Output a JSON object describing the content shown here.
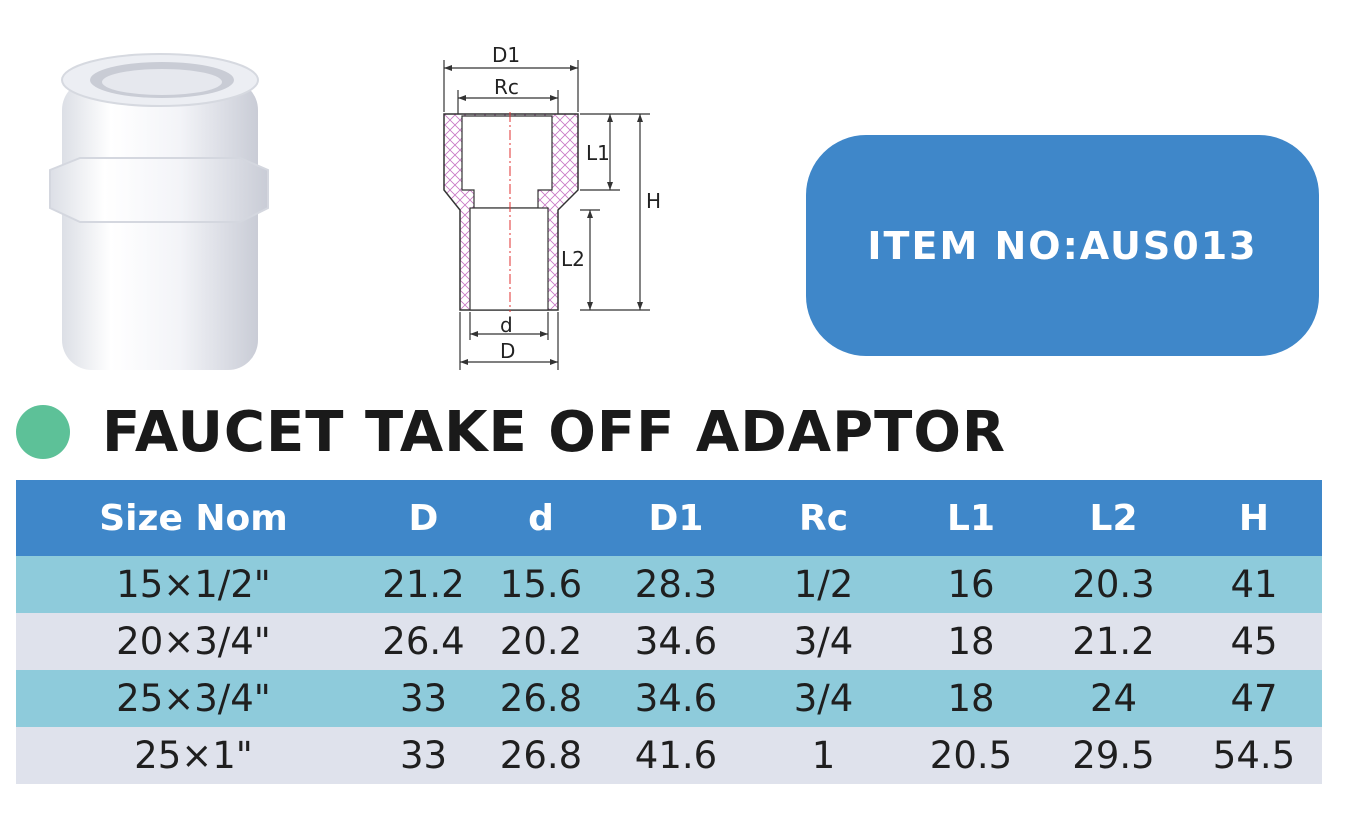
{
  "item_label": "ITEM NO:AUS013",
  "product_title": "FAUCET TAKE OFF ADAPTOR",
  "diagram": {
    "d1": "D1",
    "rc": "Rc",
    "l1": "L1",
    "l2": "L2",
    "h": "H",
    "d_small": "d",
    "d_big": "D"
  },
  "table": {
    "headers": [
      "Size Nom",
      "D",
      "d",
      "D1",
      "Rc",
      "L1",
      "L2",
      "H"
    ],
    "rows": [
      [
        "15×1/2\"",
        "21.2",
        "15.6",
        "28.3",
        "1/2",
        "16",
        "20.3",
        "41"
      ],
      [
        "20×3/4\"",
        "26.4",
        "20.2",
        "34.6",
        "3/4",
        "18",
        "21.2",
        "45"
      ],
      [
        "25×3/4\"",
        "33",
        "26.8",
        "34.6",
        "3/4",
        "18",
        "24",
        "47"
      ],
      [
        "25×1\"",
        "33",
        "26.8",
        "41.6",
        "1",
        "20.5",
        "29.5",
        "54.5"
      ]
    ]
  },
  "colors": {
    "accent_blue": "#3f87c9",
    "row_teal": "#8ecbdb",
    "row_grey": "#dfe2ec",
    "dot_green": "#5dc198"
  }
}
